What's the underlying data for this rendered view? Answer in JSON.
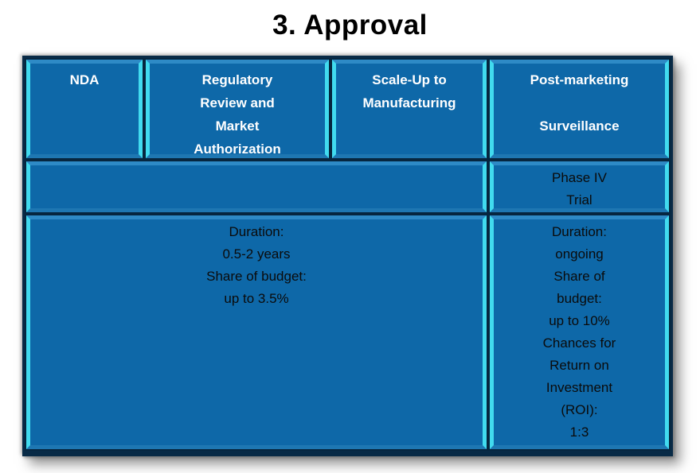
{
  "title": "3. Approval",
  "colors": {
    "cell_fill": "#0E68A8",
    "bevel_cyan": "#41DBEF",
    "bevel_light": "#2E8AC6",
    "bevel_bottom": "#1E77B2",
    "bevel_dark": "#06263F",
    "frame_navy": "#082A46",
    "header_text": "#FFFFFF",
    "body_text": "#0B0B0B"
  },
  "table": {
    "header_cells": [
      {
        "label": "NDA"
      },
      {
        "label": "Regulatory\nReview and\nMarket\nAuthorization"
      },
      {
        "label": "Scale-Up to\nManufacturing"
      },
      {
        "label": "Post-marketing\n\nSurveillance"
      }
    ],
    "row2": {
      "span_cell": "",
      "surveillance_cell": "Phase IV\nTrial"
    },
    "row3": {
      "span_cell": "Duration:\n0.5-2 years\nShare of budget:\nup to 3.5%",
      "surveillance_cell": "Duration:\nongoing\nShare of\nbudget:\nup to 10%\nChances for\nReturn on\nInvestment\n(ROI):\n1:3"
    }
  }
}
